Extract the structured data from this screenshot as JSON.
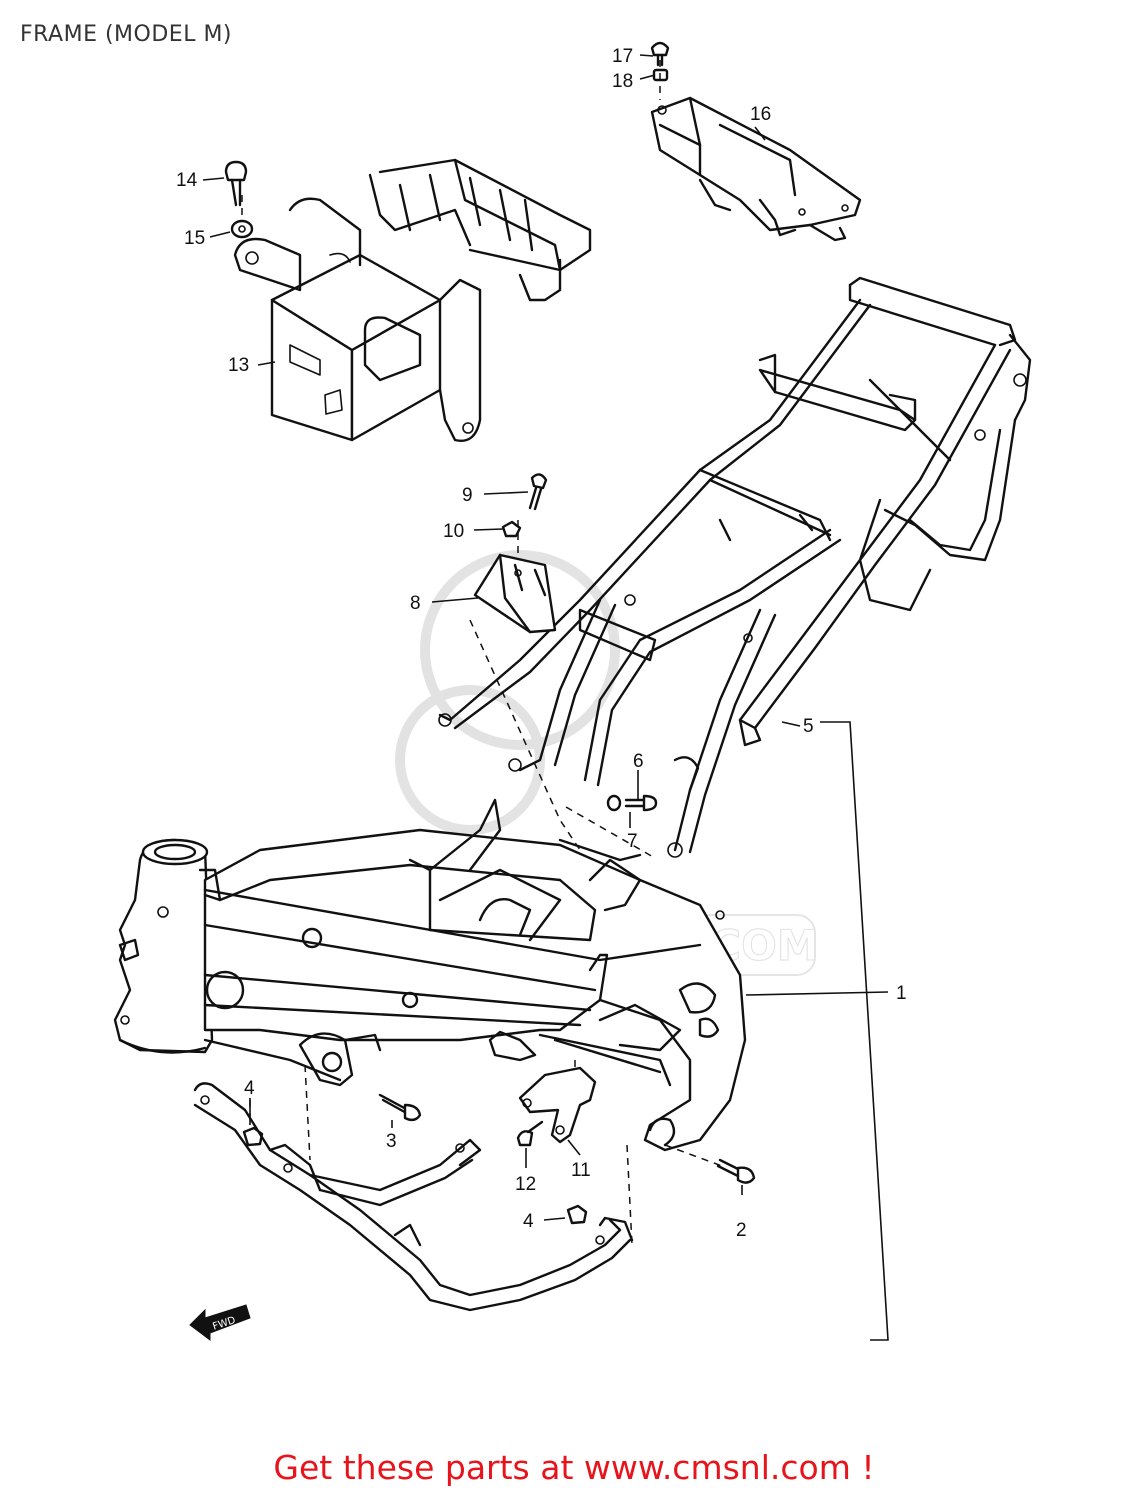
{
  "title": "FRAME (MODEL M)",
  "footer_text": "Get these parts at www.cmsnl.com !",
  "watermark_text": "WWW.CMSNL.COM",
  "fwd_arrow_text": "FWD",
  "footer_color": "#e8141c",
  "part_labels": {
    "p1": "1",
    "p2": "2",
    "p3": "3",
    "p4a": "4",
    "p4b": "4",
    "p5": "5",
    "p6": "6",
    "p7": "7",
    "p8": "8",
    "p9": "9",
    "p10": "10",
    "p11": "11",
    "p12": "12",
    "p13": "13",
    "p14": "14",
    "p15": "15",
    "p16": "16",
    "p17": "17",
    "p18": "18"
  }
}
